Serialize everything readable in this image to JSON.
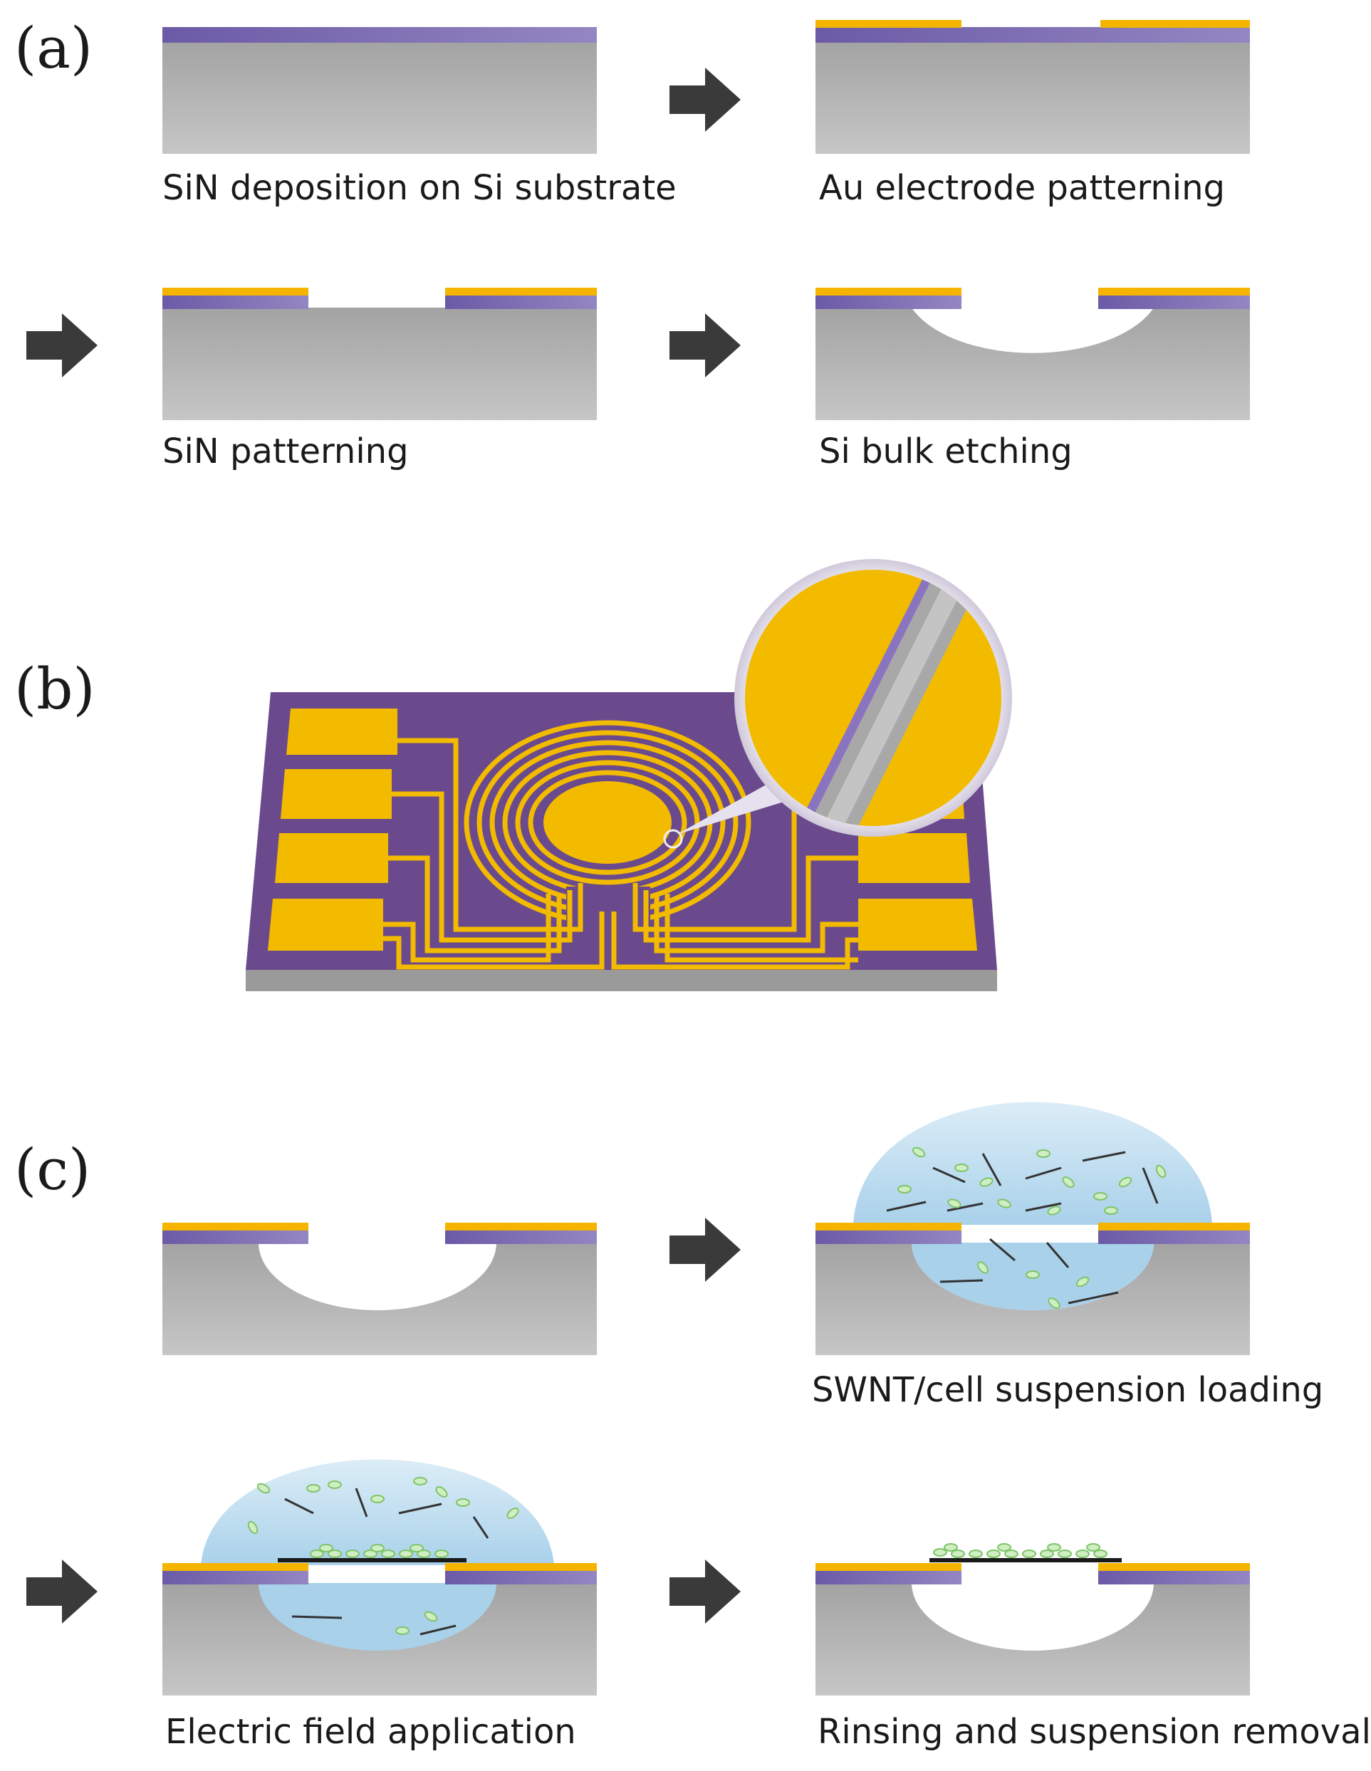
{
  "panels": {
    "a": {
      "label": "(a)",
      "captions": [
        "SiN deposition on Si substrate",
        "Au electrode patterning",
        "SiN patterning",
        "Si bulk etching"
      ]
    },
    "b": {
      "label": "(b)"
    },
    "c": {
      "label": "(c)",
      "captions": [
        "SWNT/cell suspension loading",
        "Electric field application",
        "Rinsing and suspension removal"
      ]
    }
  },
  "colors": {
    "silicon": "#a9a9a9",
    "silicon_light": "#c4c4c4",
    "sin": "#7f6cb0",
    "gold": "#f5b400",
    "chip_purple": "#6a4a8c",
    "chip_gold": "#f2bb00",
    "suspension": "#bcdcef",
    "cell": "#9fd58a",
    "arrow": "#3a3a3a",
    "swnt": "#333333"
  }
}
